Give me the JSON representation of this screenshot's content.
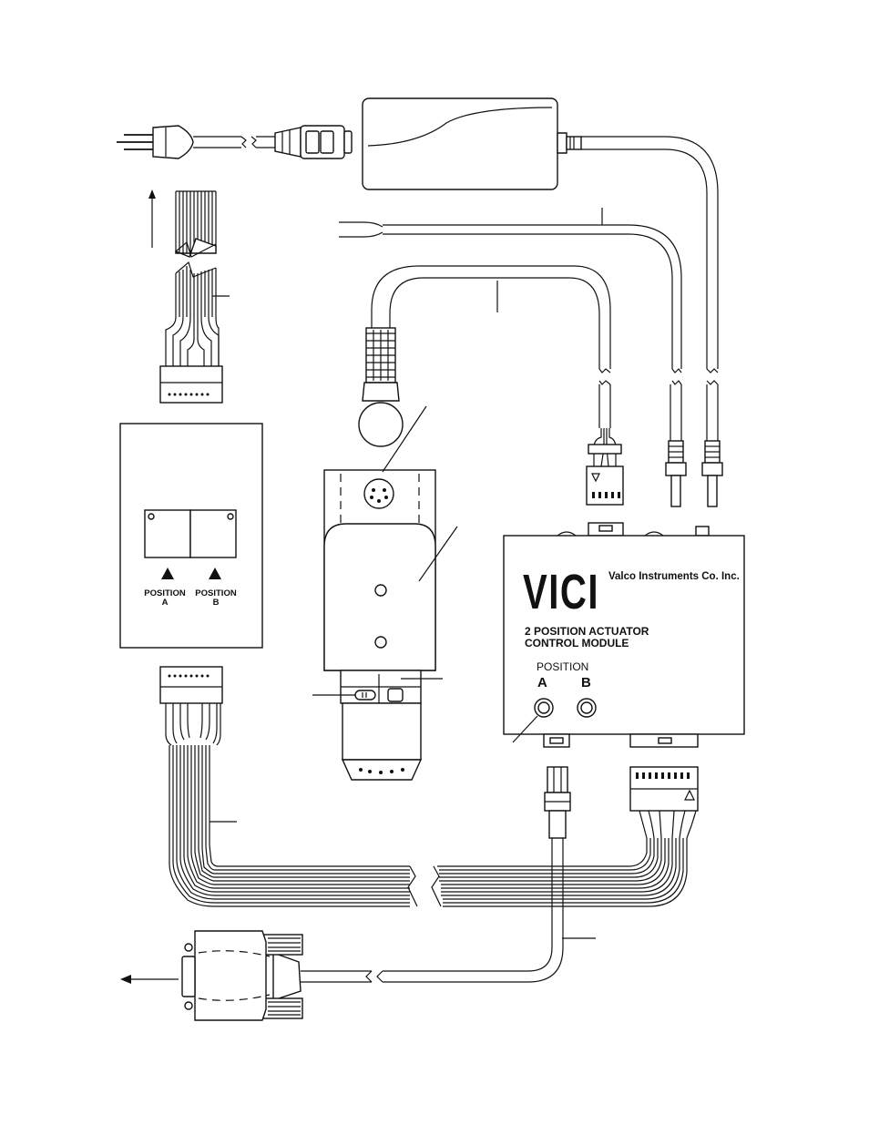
{
  "interface_panel": {
    "position_a_label": "POSITION",
    "position_a_letter": "A",
    "position_b_label": "POSITION",
    "position_b_letter": "B"
  },
  "control_module": {
    "logo": "VICI",
    "company": "Valco Instruments Co. Inc.",
    "title_line1": "2 POSITION ACTUATOR",
    "title_line2": "CONTROL MODULE",
    "position_label": "POSITION",
    "button_a_label": "A",
    "button_b_label": "B"
  }
}
